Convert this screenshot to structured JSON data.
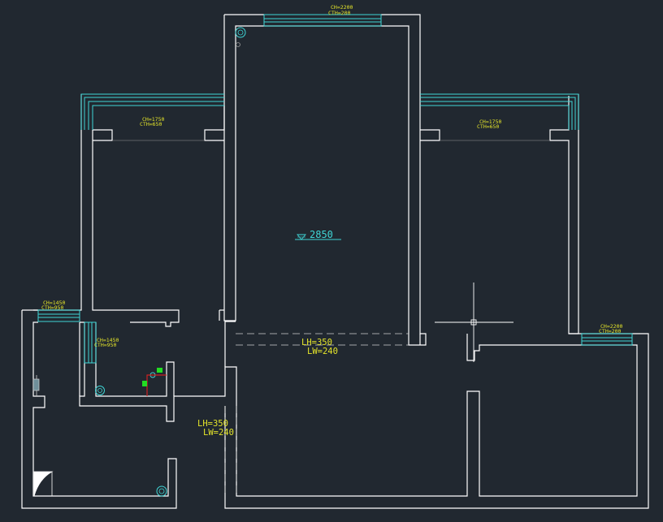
{
  "colors": {
    "background": "#212830",
    "wall": "#ffffff",
    "window": "#3fd6d6",
    "annotation": "#e4e42a",
    "fixture_green": "#22dd22",
    "fixture_red": "#cc2222"
  },
  "ceiling_height": "2850",
  "windows": {
    "top_center": {
      "ch": "CH=2200",
      "cth": "CTH=200"
    },
    "top_left": {
      "ch": "CH=1750",
      "cth": "CTH=650"
    },
    "top_right": {
      "ch": "CH=1750",
      "cth": "CTH=650"
    },
    "left_small": {
      "ch": "CH=1450",
      "cth": "CTH=950"
    },
    "inner_small": {
      "ch": "CH=1450",
      "cth": "CTH=950"
    },
    "right_small": {
      "ch": "CH=2200",
      "cth": "CTH=200"
    }
  },
  "beams": {
    "center": {
      "lh": "LH=350",
      "lw": "LW=240"
    },
    "lower": {
      "lh": "LH=350",
      "lw": "LW=240"
    }
  },
  "icons": [
    "drain-icon",
    "height-marker-icon",
    "crosshair-cursor-icon",
    "valve-icon"
  ]
}
